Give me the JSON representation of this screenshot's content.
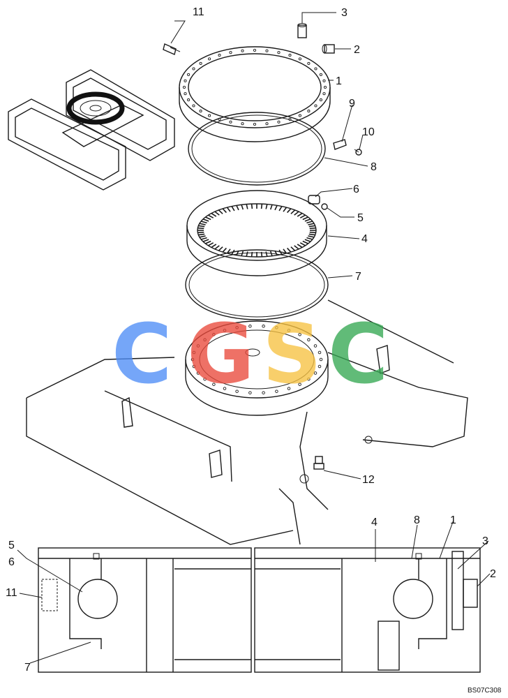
{
  "figure_code": "BS07C308",
  "watermark": {
    "letters": [
      "C",
      "G",
      "S",
      "C"
    ],
    "colors": [
      "#4f8ef7",
      "#ea4a3c",
      "#f7c242",
      "#36a853"
    ]
  },
  "callouts_exploded": [
    "11",
    "3",
    "2",
    "1",
    "9",
    "10",
    "8",
    "6",
    "5",
    "4",
    "7",
    "12"
  ],
  "callouts_section": [
    "5",
    "6",
    "11",
    "7",
    "4",
    "8",
    "1",
    "3",
    "2"
  ]
}
